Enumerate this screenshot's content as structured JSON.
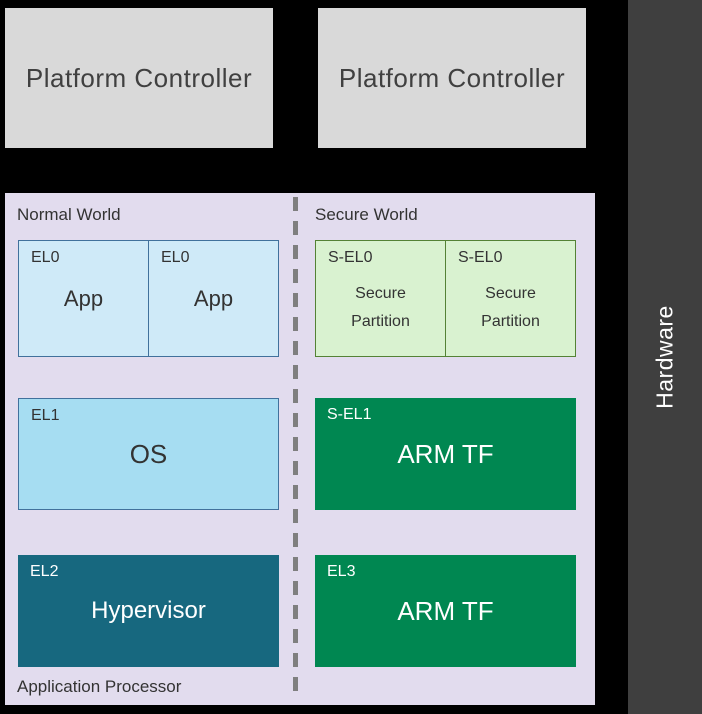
{
  "colors": {
    "page_background": "#000000",
    "platform_controller_fill": "#d9d9d9",
    "platform_controller_text": "#404040",
    "hardware_bar_fill": "#3f3f3f",
    "hardware_bar_text": "#ffffff",
    "panel_fill": "#e2dcee",
    "divider": "#7f7f7f",
    "el0_fill": "#cfeaf8",
    "el0_border": "#41719c",
    "el1_fill": "#a6ddf2",
    "el2_fill": "#17687f",
    "sel0_fill": "#d9f2d0",
    "sel0_border": "#548235",
    "dark_green_fill": "#008751",
    "dark_text": "#333333",
    "light_text": "#ffffff"
  },
  "platform_controllers": [
    {
      "label": "Platform Controller"
    },
    {
      "label": "Platform Controller"
    }
  ],
  "hardware": {
    "label": "Hardware"
  },
  "panel": {
    "normal_world": "Normal World",
    "secure_world": "Secure World",
    "application_processor": "Application Processor"
  },
  "normal_world": {
    "el0": [
      {
        "level": "EL0",
        "label": "App"
      },
      {
        "level": "EL0",
        "label": "App"
      }
    ],
    "el1": {
      "level": "EL1",
      "label": "OS"
    },
    "el2": {
      "level": "EL2",
      "label": "Hypervisor"
    }
  },
  "secure_world": {
    "sel0": [
      {
        "level": "S-EL0",
        "lines": [
          "Secure",
          "Partition"
        ]
      },
      {
        "level": "S-EL0",
        "lines": [
          "Secure",
          "Partition"
        ]
      }
    ],
    "sel1": {
      "level": "S-EL1",
      "label": "ARM TF"
    },
    "el3": {
      "level": "EL3",
      "label": "ARM TF"
    }
  }
}
